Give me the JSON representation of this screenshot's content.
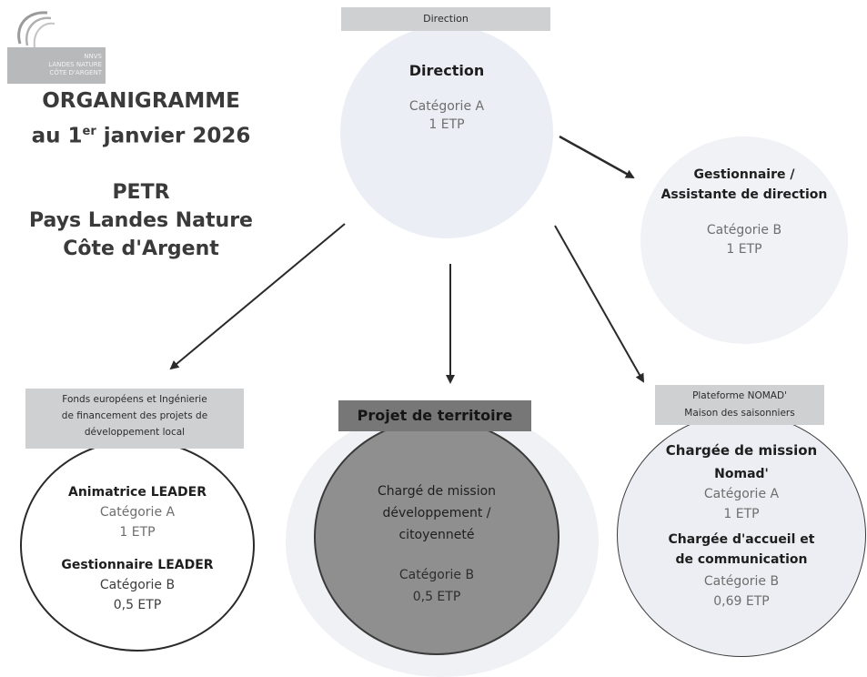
{
  "logo": {
    "name": "Logo PETR",
    "text": [
      "NNVS",
      "LANDES NATURE",
      "CÔTE D'ARGENT"
    ]
  },
  "title": {
    "line1": "ORGANIGRAMME",
    "line2_prefix": "au 1",
    "line2_sup": "er",
    "line2_suffix": " janvier 2026"
  },
  "org": {
    "line1": "PETR",
    "line2": "Pays Landes Nature",
    "line3": "Côte d'Argent"
  },
  "direction": {
    "label": "Direction",
    "title": "Direction",
    "category": "Catégorie A",
    "etp": "1 ETP"
  },
  "gestionnaire": {
    "title_line1": "Gestionnaire /",
    "title_line2": "Assistante de direction",
    "category": "Catégorie B",
    "etp": "1 ETP"
  },
  "fonds": {
    "label_line1": "Fonds européens et Ingénierie",
    "label_line2": "de financement des projets de",
    "label_line3": "développement local",
    "role1_title": "Animatrice LEADER",
    "role1_category": "Catégorie A",
    "role1_etp": "1 ETP",
    "role2_title": "Gestionnaire LEADER",
    "role2_category": "Catégorie B",
    "role2_etp": "0,5 ETP"
  },
  "projet": {
    "label": "Projet de territoire",
    "title_line1": "Chargé de mission",
    "title_line2": "développement /",
    "title_line3": "citoyenneté",
    "category": "Catégorie B",
    "etp": "0,5 ETP"
  },
  "nomad": {
    "label_line1": "Plateforme NOMAD'",
    "label_line2": "Maison des saisonniers",
    "role1_title_line1": "Chargée de mission",
    "role1_title_line2": "Nomad'",
    "role1_category": "Catégorie A",
    "role1_etp": "1 ETP",
    "role2_title_line1": "Chargée d'accueil et",
    "role2_title_line2": "de communication",
    "role2_category": "Catégorie B",
    "role2_etp": "0,69 ETP"
  },
  "colors": {
    "label_gray": "#cfd0d2",
    "projet_dark": "#777777",
    "circle_light": "#eceef5",
    "arrow": "#2a2a2a"
  }
}
